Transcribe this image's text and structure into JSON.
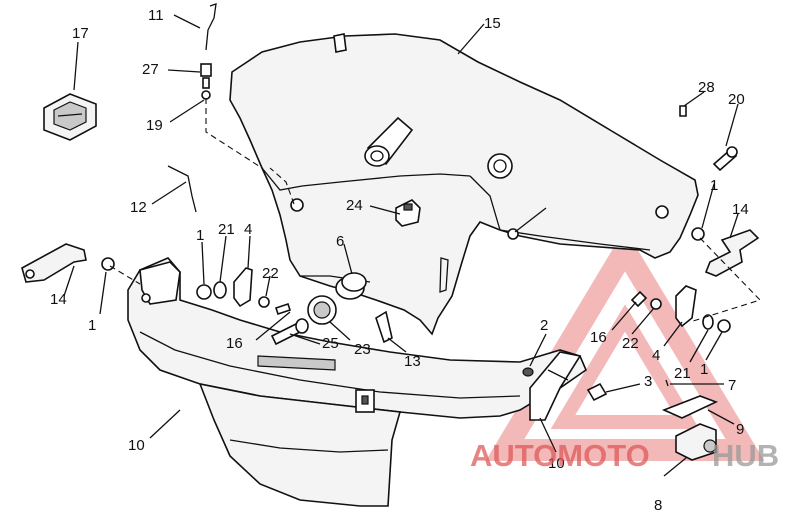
{
  "diagram": {
    "callouts": {
      "c17": "17",
      "c11": "11",
      "c27": "27",
      "c19": "19",
      "c15": "15",
      "c28": "28",
      "c20": "20",
      "c12": "12",
      "c24": "24",
      "c1_a": "1",
      "c21_a": "21",
      "c4_a": "4",
      "c6": "6",
      "c1_right": "1",
      "c14_right": "14",
      "c14_left": "14",
      "c22_a": "22",
      "c1_left": "1",
      "c16_a": "16",
      "c25": "25",
      "c23": "23",
      "c13": "13",
      "c2": "2",
      "c16_b": "16",
      "c22_b": "22",
      "c4_b": "4",
      "c21_b": "21",
      "c1_b": "1",
      "c3": "3",
      "c7": "7",
      "c9": "9",
      "c10_a": "10",
      "c10_b": "10",
      "c8": "8"
    }
  },
  "watermark": {
    "text_red": "AUTOMOTO",
    "text_grey": "HUB",
    "red_color": "#e23b3b",
    "grey_color": "#9a9a9a"
  }
}
